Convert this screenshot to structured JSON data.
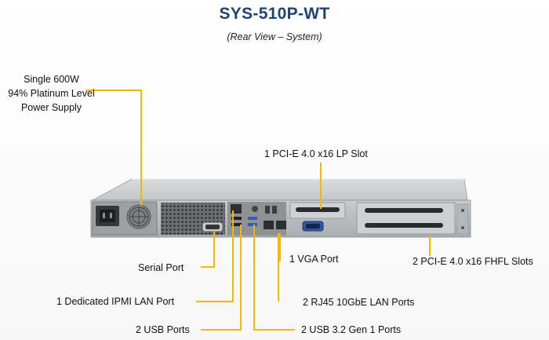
{
  "header": {
    "title": "SYS-510P-WT",
    "subtitle": "(Rear View – System)"
  },
  "callouts": {
    "power_supply": [
      "Single 600W",
      "94% Platinum Level",
      "Power Supply"
    ],
    "pcie_lp_slot": "1 PCI-E 4.0 x16 LP Slot",
    "serial_port": "Serial Port",
    "vga_port": "1 VGA Port",
    "pcie_fhfl_slots": "2 PCI-E 4.0 x16 FHFL Slots",
    "ipmi_lan_port": "1 Dedicated IPMI LAN Port",
    "rj45_lan_ports": "2 RJ45 10GbE LAN Ports",
    "usb_ports": "2 USB Ports",
    "usb32_ports": "2 USB 3.2 Gen 1 Ports"
  },
  "colors": {
    "title": "#1d4476",
    "leader_line": "#f5b800",
    "chassis": "#b9bcbf"
  }
}
